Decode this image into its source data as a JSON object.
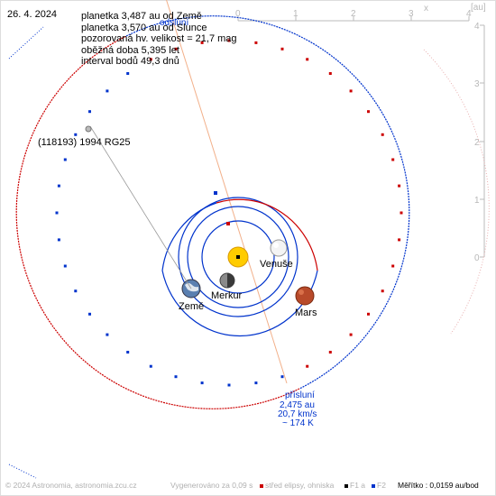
{
  "header": {
    "date": "26. 4. 2024",
    "info_lines": [
      "planetka 3,487 au od Země",
      "planetka 3,570 au od Slunce",
      "pozorovaná hv. velikost = 21,7 mag",
      "oběžná doba 5,395 let",
      "interval bodů 49,3 dnů"
    ]
  },
  "labels": {
    "asteroid": "(118193) 1994 RG25",
    "venus": "Venuše",
    "mercury": "Merkur",
    "earth": "Země",
    "mars": "Mars",
    "aphelion": "odsluní",
    "perihelion": "přísluní",
    "perihelion_dist": "2,475 au",
    "perihelion_speed": "20,7 km/s",
    "perihelion_temp": "~ 174 K"
  },
  "axes": {
    "x_ticks": [
      "0",
      "1",
      "2",
      "3",
      "4"
    ],
    "y_ticks": [
      "4",
      "3",
      "2",
      "1",
      "0"
    ],
    "x_name": "x",
    "unit": "[au]"
  },
  "footer": {
    "copyright": "© 2024 Astronomia, astronomia.zcu.cz",
    "generated": "Vygenerováno za 0,09 s",
    "legend_ellipse": "střed elipsy, ohniska",
    "legend_f1": "F1 a",
    "legend_f2": "F2",
    "scale": "Měřítko : 0,0159 au/bod"
  },
  "colors": {
    "orbit_blue": "#0033cc",
    "orbit_red": "#cc0000",
    "axis_grey": "#bbbbbb",
    "apsis_line": "#f2b08a",
    "sun": "#ffcc00"
  }
}
